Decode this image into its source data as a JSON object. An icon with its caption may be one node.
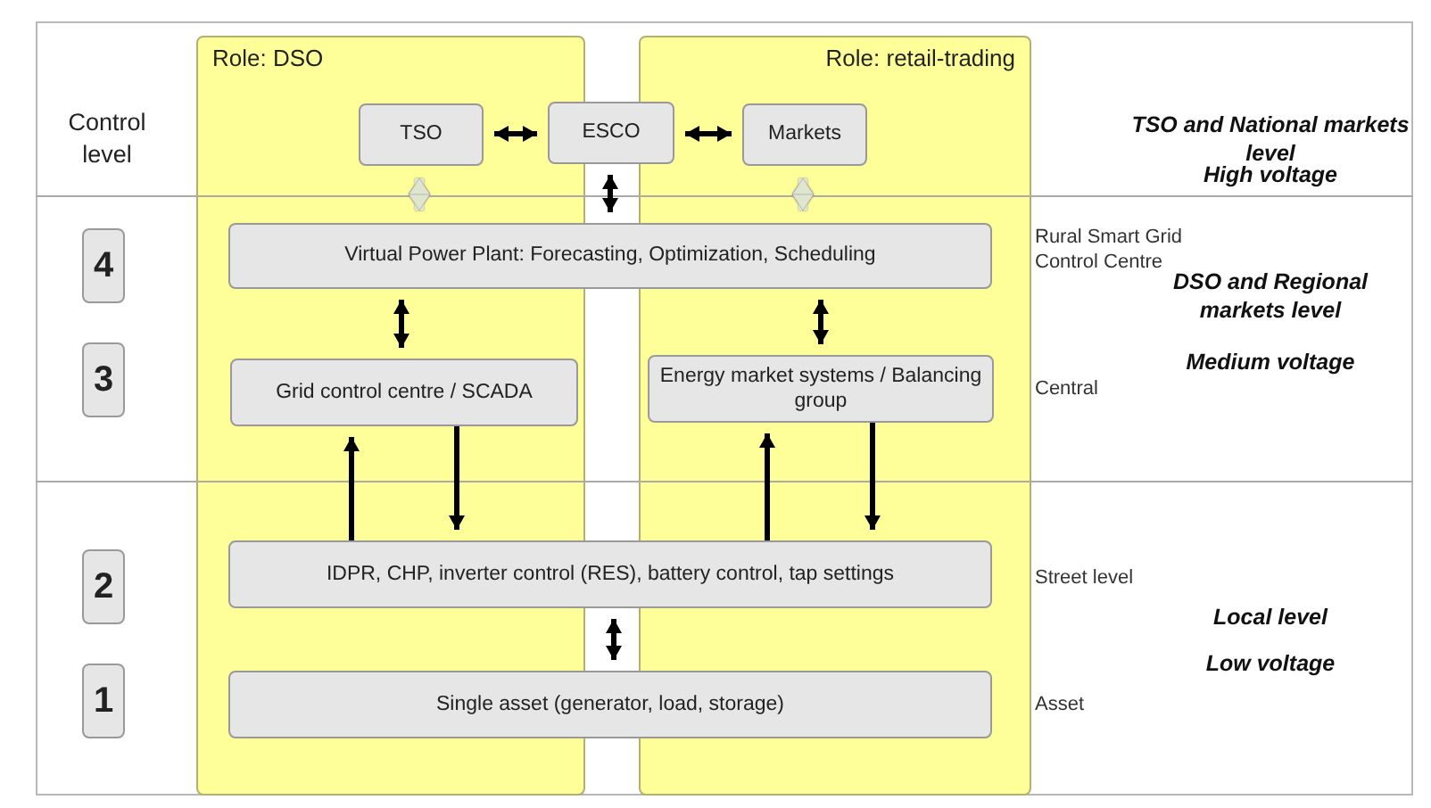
{
  "diagram": {
    "nodes": [
      {
        "text": [
          "Role: DSO"
        ]
      },
      {
        "text": [
          "Role: retail-trading"
        ]
      },
      {
        "text": [
          "TSO"
        ],
        "in": 0
      },
      {
        "text": [
          "ESCO"
        ]
      },
      {
        "text": [
          "Markets"
        ],
        "in": 1
      },
      {
        "text": [
          "Virtual Power Plant: Forecasting, Optimization, Scheduling"
        ]
      },
      {
        "text": [
          "Grid control centre / SCADA"
        ],
        "in": 0
      },
      {
        "text": [
          "Energy market systems / Balancing group"
        ],
        "in": 1
      },
      {
        "text": [
          "IDPR, CHP, inverter control (RES), battery control, tap settings"
        ]
      },
      {
        "text": [
          "Single asset (generator, load, storage)"
        ]
      },
      {
        "text": [
          "4"
        ]
      },
      {
        "text": [
          "3"
        ]
      },
      {
        "text": [
          "2"
        ]
      },
      {
        "text": [
          "1"
        ]
      }
    ],
    "edges": [
      {
        "from": 2,
        "to": 3,
        "arrow": "both"
      },
      {
        "from": 3,
        "to": 4,
        "arrow": "both"
      },
      {
        "from": 3,
        "to": 5,
        "arrow": "both"
      },
      {
        "from": 2,
        "to": 5,
        "arrow": "both",
        "color": "#dfe6cf"
      },
      {
        "from": 4,
        "to": 5,
        "arrow": "both",
        "color": "#dfe6cf"
      },
      {
        "from": 5,
        "to": 6,
        "arrow": "both"
      },
      {
        "from": 5,
        "to": 7,
        "arrow": "both"
      },
      {
        "from": 8,
        "to": 6,
        "arrow": "to"
      },
      {
        "from": 6,
        "to": 8,
        "arrow": "to"
      },
      {
        "from": 8,
        "to": 7,
        "arrow": "to"
      },
      {
        "from": 7,
        "to": 8,
        "arrow": "to"
      },
      {
        "from": 8,
        "to": 9,
        "arrow": "both"
      }
    ],
    "labels": [
      "Control level",
      "TSO and National markets level",
      "High voltage",
      "Rural Smart Grid Control Centre",
      "DSO and Regional markets level",
      "Medium voltage",
      "Central",
      "Street level",
      "Local level",
      "Low voltage",
      "Asset"
    ]
  }
}
